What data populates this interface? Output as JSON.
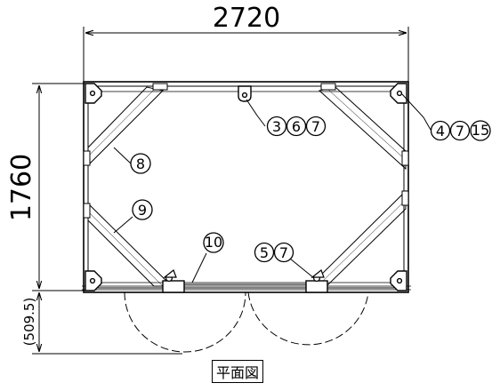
{
  "dimensions": {
    "width": "2720",
    "depth": "1760",
    "door_swing": "(509.5)"
  },
  "callouts": [
    {
      "id": "callout-3-6-7",
      "numbers": [
        "3",
        "6",
        "7"
      ]
    },
    {
      "id": "callout-4-7-15",
      "numbers": [
        "4",
        "7",
        "15"
      ]
    },
    {
      "id": "callout-8",
      "numbers": [
        "8"
      ]
    },
    {
      "id": "callout-9",
      "numbers": [
        "9"
      ]
    },
    {
      "id": "callout-10",
      "numbers": [
        "10"
      ]
    },
    {
      "id": "callout-5-7",
      "numbers": [
        "5",
        "7"
      ]
    }
  ],
  "caption": "平面図"
}
